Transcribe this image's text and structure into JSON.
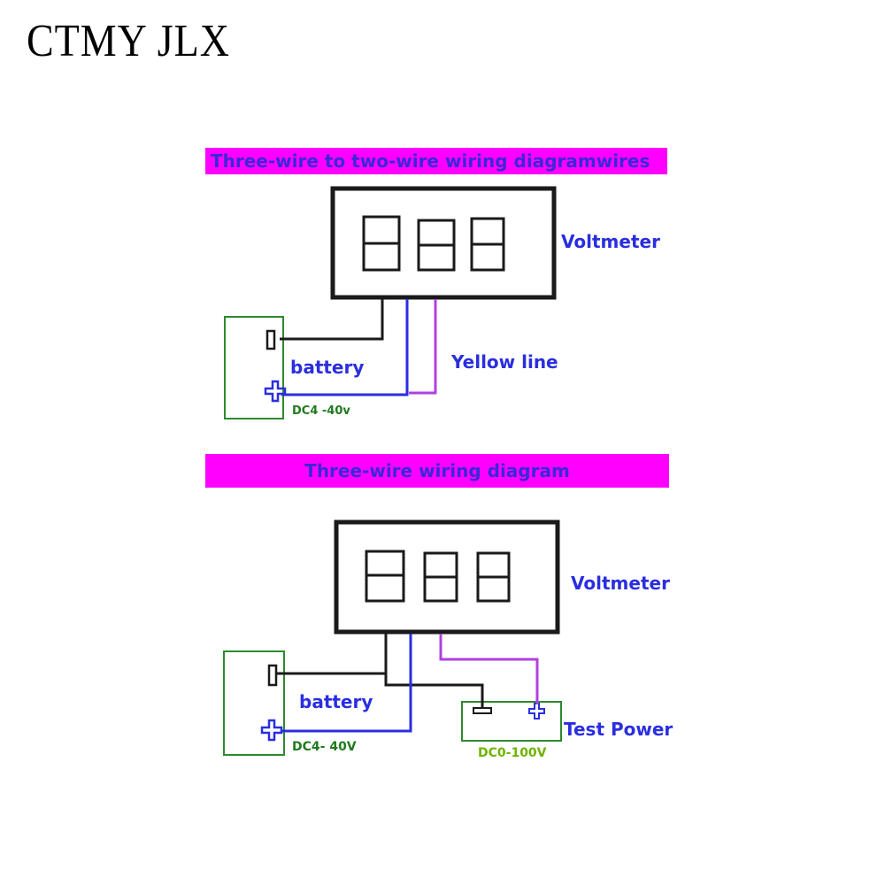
{
  "brand": "CTMY JLX",
  "diagram_top": {
    "title": "Three-wire to two-wire wiring diagramwires",
    "meter_label": "Voltmeter",
    "battery_label": "battery",
    "battery_range": "DC4 -40v",
    "yellow_line_label": "Yellow line"
  },
  "diagram_bottom": {
    "title": "Three-wire wiring diagram",
    "meter_label": "Voltmeter",
    "battery_label": "battery",
    "battery_range": "DC4- 40V",
    "test_power_label": "Test Power",
    "test_power_range": "DC0-100V"
  },
  "colors": {
    "banner": "#ff00ff",
    "banner_text": "#3a28d8",
    "wire_black": "#1a1a1a",
    "wire_blue": "#2a2ee0",
    "wire_purple": "#b040e0",
    "battery_green": "#2d8a2d"
  }
}
